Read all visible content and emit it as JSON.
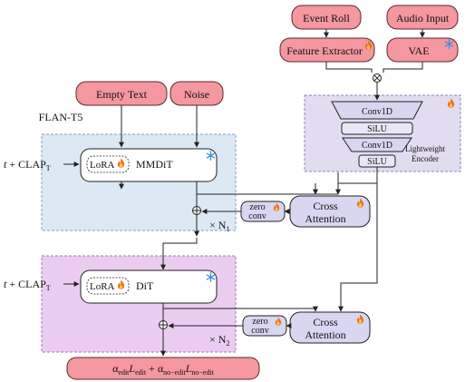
{
  "inputs": {
    "event_roll": "Event Roll",
    "audio_input": "Audio Input",
    "feature_extractor": "Feature Extractor",
    "vae": "VAE",
    "empty_text": "Empty Text",
    "noise": "Noise"
  },
  "encoder": {
    "layers": [
      "Conv1D",
      "SiLU",
      "Conv1D",
      "SiLU"
    ],
    "label_line1": "Lightweight",
    "label_line2": "Encoder"
  },
  "mmdit_block": {
    "text_encoder": "FLAN-T5",
    "cond_t": "t",
    "cond_plus": " + CLAP",
    "cond_sub": "T",
    "lora": "LoRA",
    "model": "MMDiT",
    "repeat_prefix": "× N",
    "repeat_sub": "1"
  },
  "dit_block": {
    "cond_t": "t",
    "cond_plus": " + CLAP",
    "cond_sub": "T",
    "lora": "LoRA",
    "model": "DiT",
    "repeat_prefix": "× N",
    "repeat_sub": "2"
  },
  "zero_conv": {
    "line1": "zero",
    "line2": "conv"
  },
  "cross_attention": {
    "line1": "Cross",
    "line2": "Attention"
  },
  "loss": {
    "alpha": "α",
    "edit_sub": "edit",
    "L": "L",
    "plus": " + ",
    "no_edit_sub": "no−edit"
  },
  "colors": {
    "pink_fill": "#f4979f",
    "pink_stroke": "#c2525d",
    "blue_region": "#dce9f4",
    "blue_region_stroke": "#7f9ec2",
    "purple_region": "#ebcdf1",
    "purple_region_stroke": "#a86fb6",
    "encoder_region": "#e1dcef",
    "lavender_fill": "#d9d6f1",
    "flame": "#f07020",
    "snowflake": "#3d8fe0"
  }
}
